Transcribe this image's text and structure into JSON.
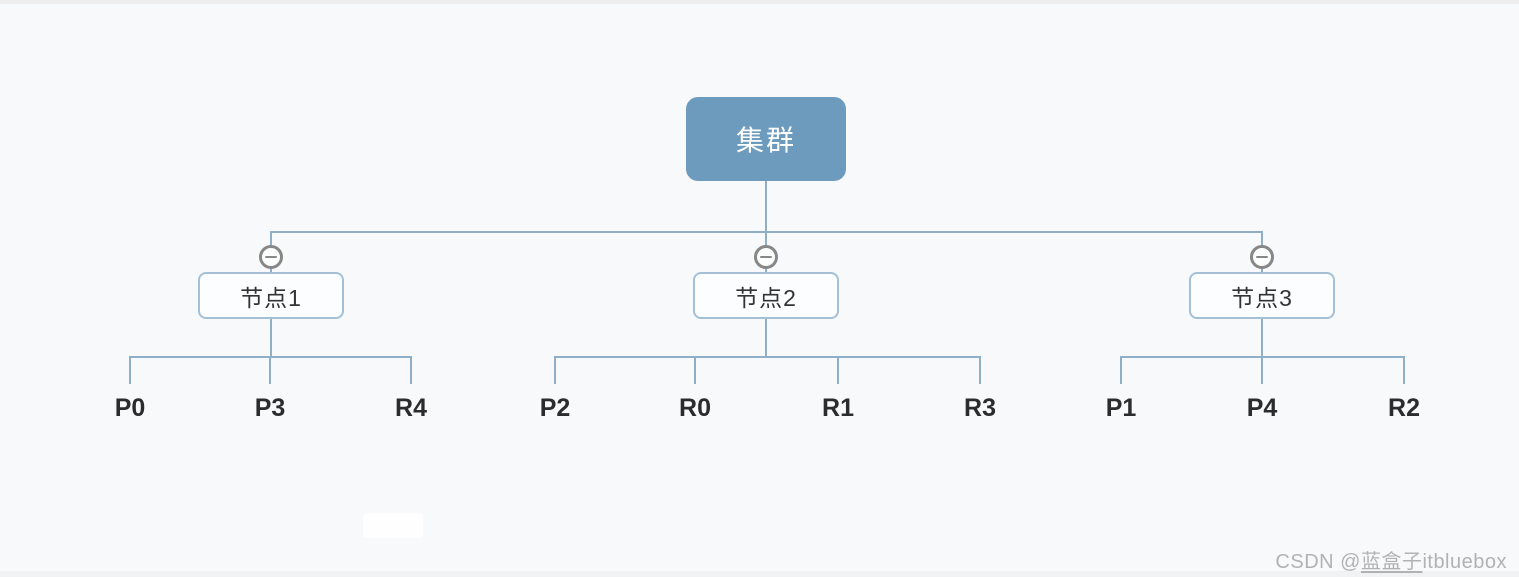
{
  "diagram": {
    "type": "tree",
    "root": {
      "label": "集群"
    },
    "nodes": [
      {
        "label": "节点1",
        "collapse_icon": "minus-circle",
        "leaves": [
          "P0",
          "P3",
          "R4"
        ]
      },
      {
        "label": "节点2",
        "collapse_icon": "minus-circle",
        "leaves": [
          "P2",
          "R0",
          "R1",
          "R3"
        ]
      },
      {
        "label": "节点3",
        "collapse_icon": "minus-circle",
        "leaves": [
          "P1",
          "P4",
          "R2"
        ]
      }
    ]
  },
  "watermark": {
    "prefix": "CSDN @",
    "username": "蓝盒子",
    "suffix": "itbluebox"
  },
  "colors": {
    "background": "#f8f9fa",
    "root_fill": "#6d9bbe",
    "root_text": "#ffffff",
    "connector": "#8fafc9",
    "node_border": "#a4c0d6",
    "node_fill": "#fbfdfe",
    "node_text": "#333333",
    "leaf_text": "#2c2c2e",
    "collapse_stroke": "#878787",
    "watermark_text": "#b2b2b4"
  }
}
